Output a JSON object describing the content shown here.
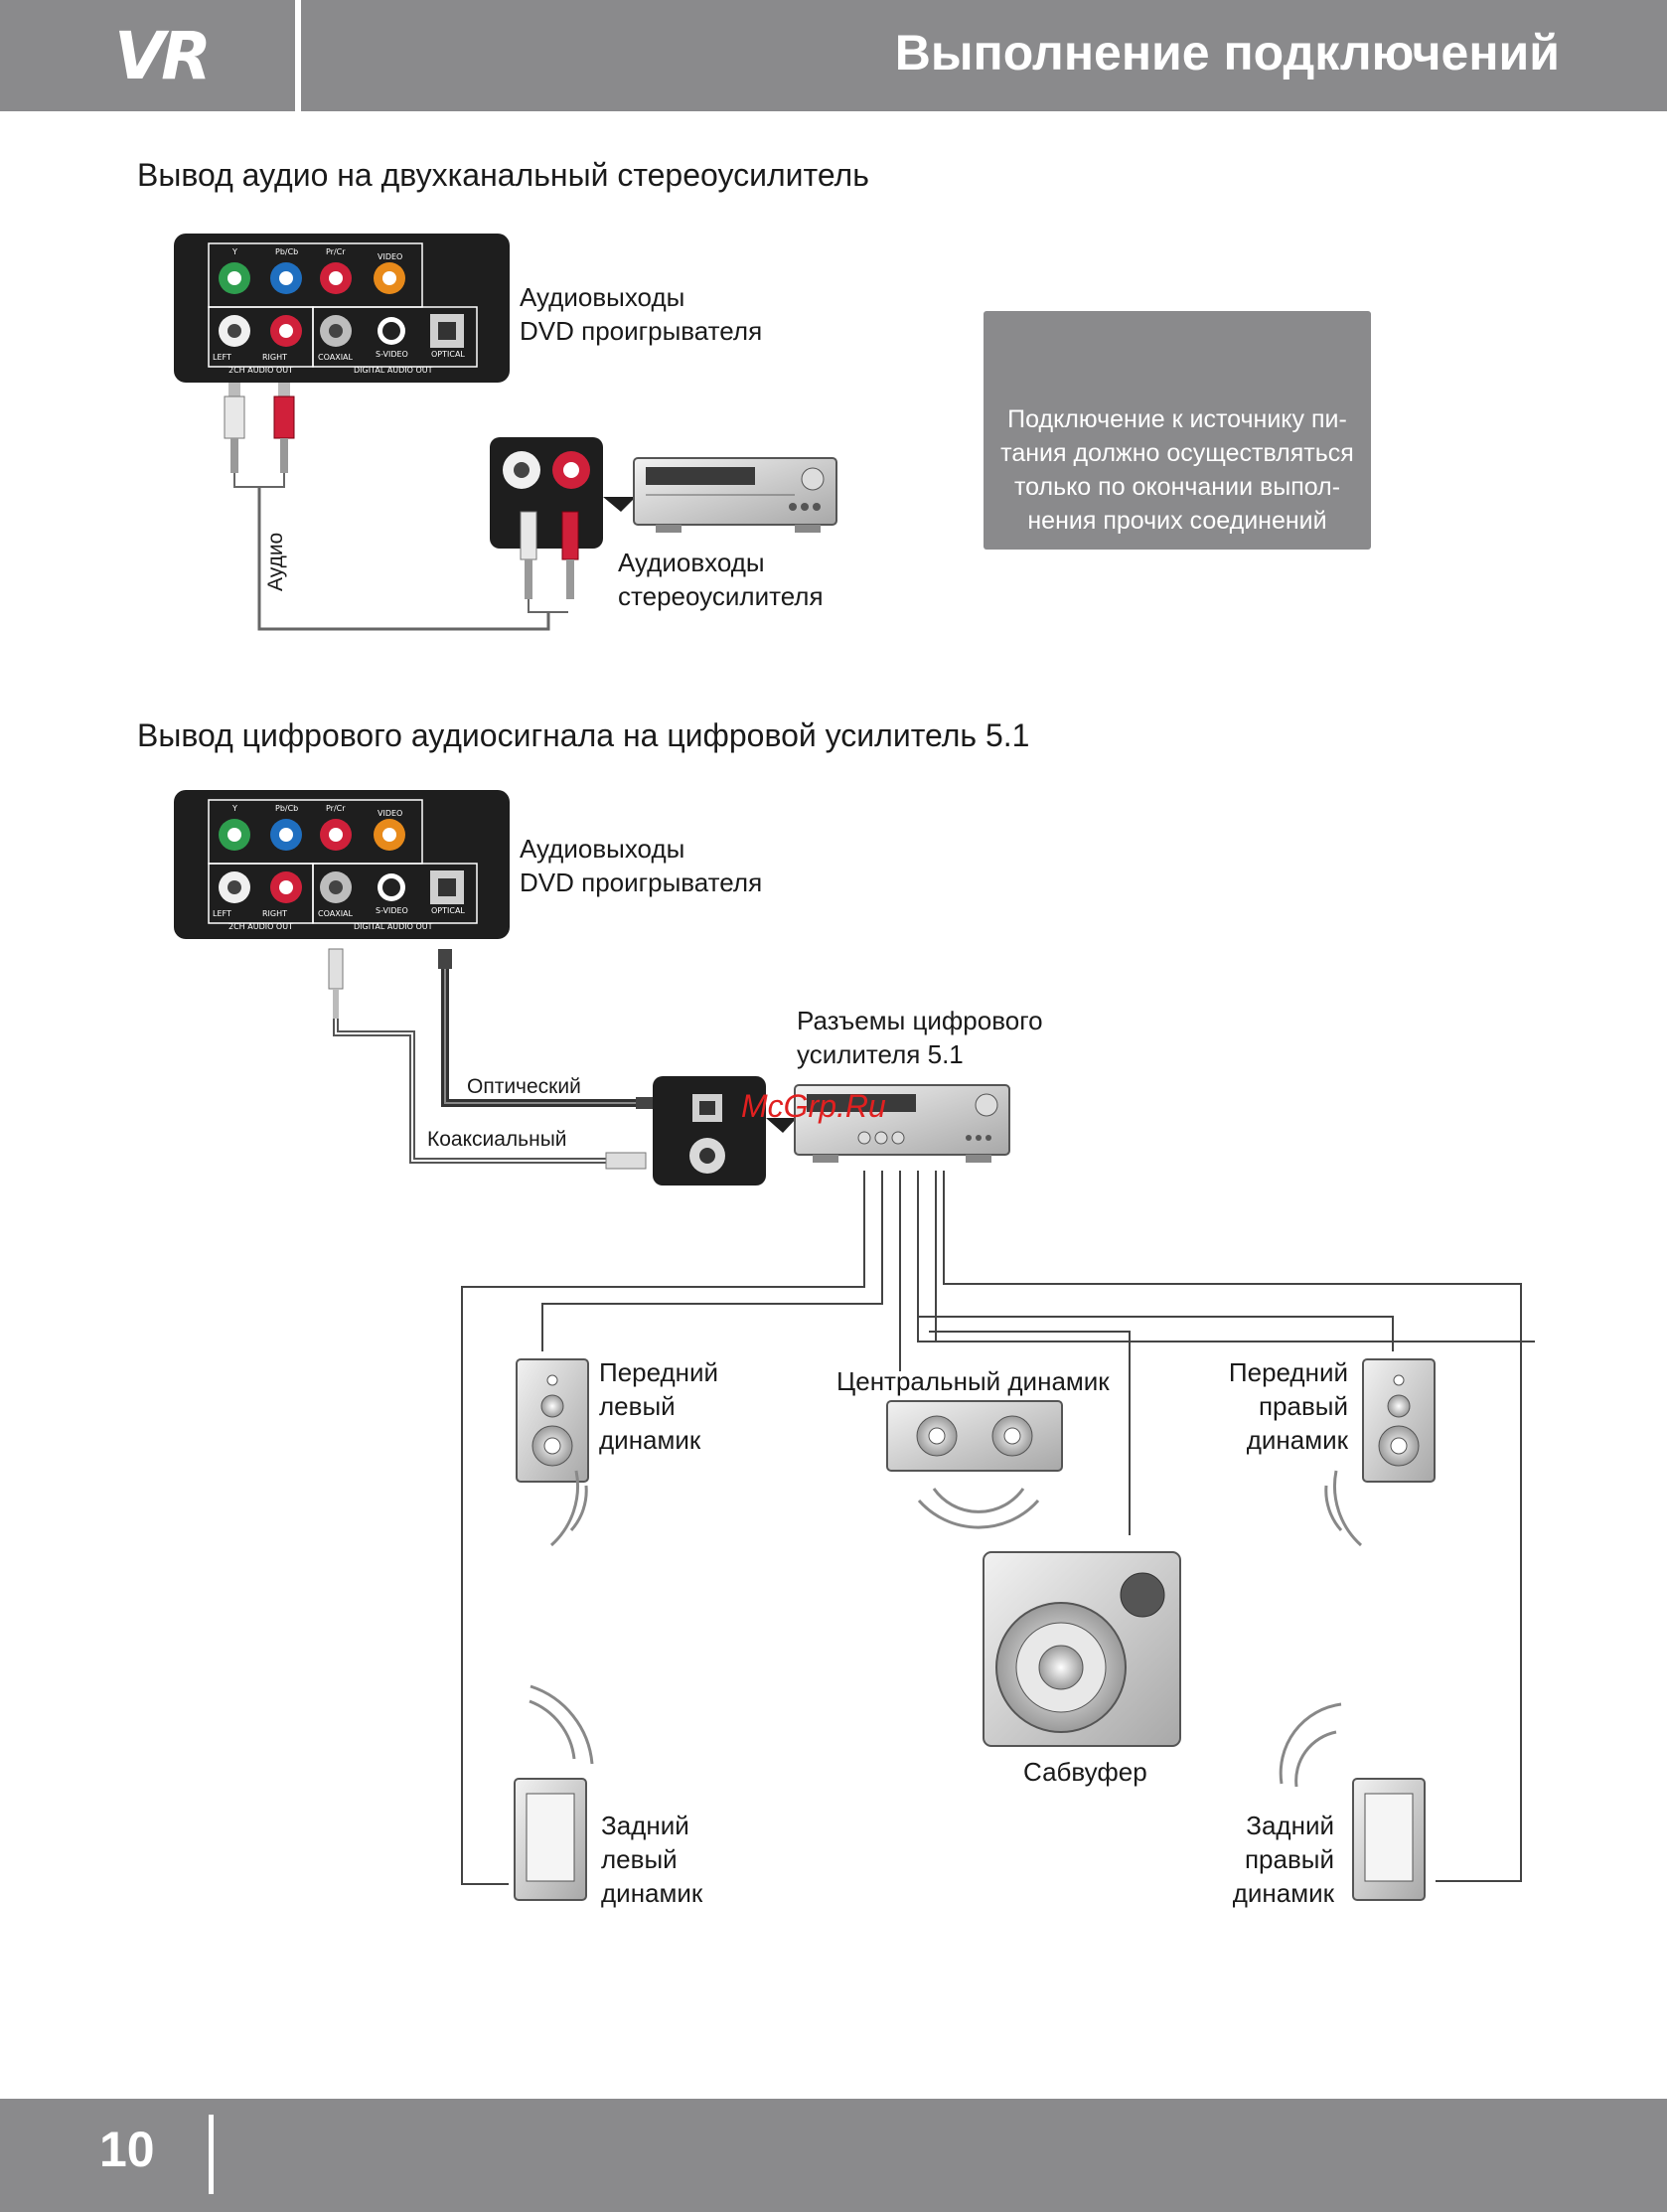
{
  "header": {
    "logo": "VR",
    "title": "Выполнение подключений"
  },
  "section1": {
    "title": "Вывод аудио на двухканальный стереоусилитель",
    "dvd_outputs_label": "Аудиовыходы\nDVD проигрывателя",
    "cable_label": "Аудио",
    "amp_inputs_label": "Аудиовходы\nстереоусилителя"
  },
  "warning": {
    "text": "Подключение к источнику пи-\nтания должно осуществляться\nтолько по окончании выпол-\nнения прочих соединений"
  },
  "section2": {
    "title": "Вывод цифрового аудиосигнала на цифровой усилитель 5.1",
    "dvd_outputs_label": "Аудиовыходы\nDVD проигрывателя",
    "amp_connectors_label": "Разъемы цифрового\nусилителя 5.1",
    "optical_label": "Оптический",
    "coaxial_label": "Коаксиальный",
    "front_left": "Передний\nлевый\nдинамик",
    "center": "Центральный динамик",
    "front_right": "Передний\nправый\nдинамик",
    "subwoofer": "Сабвуфер",
    "rear_left": "Задний\nлевый\nдинамик",
    "rear_right": "Задний\nправый\nдинамик"
  },
  "panel": {
    "y": "Y",
    "pb": "Pb/Cb",
    "pr": "Pr/Cr",
    "video": "VIDEO",
    "left": "LEFT",
    "right": "RIGHT",
    "coaxial": "COAXIAL",
    "svideo": "S-VIDEO",
    "optical": "OPTICAL",
    "audio_out": "2CH AUDIO OUT",
    "digital_out": "DIGITAL AUDIO OUT"
  },
  "watermark": "McGrp.Ru",
  "footer": {
    "page_number": "10"
  },
  "colors": {
    "header_gray": "#8a8a8c",
    "jack_green": "#2e9e4e",
    "jack_blue": "#1f6fc0",
    "jack_red": "#d0203a",
    "jack_orange": "#e88a1a"
  }
}
